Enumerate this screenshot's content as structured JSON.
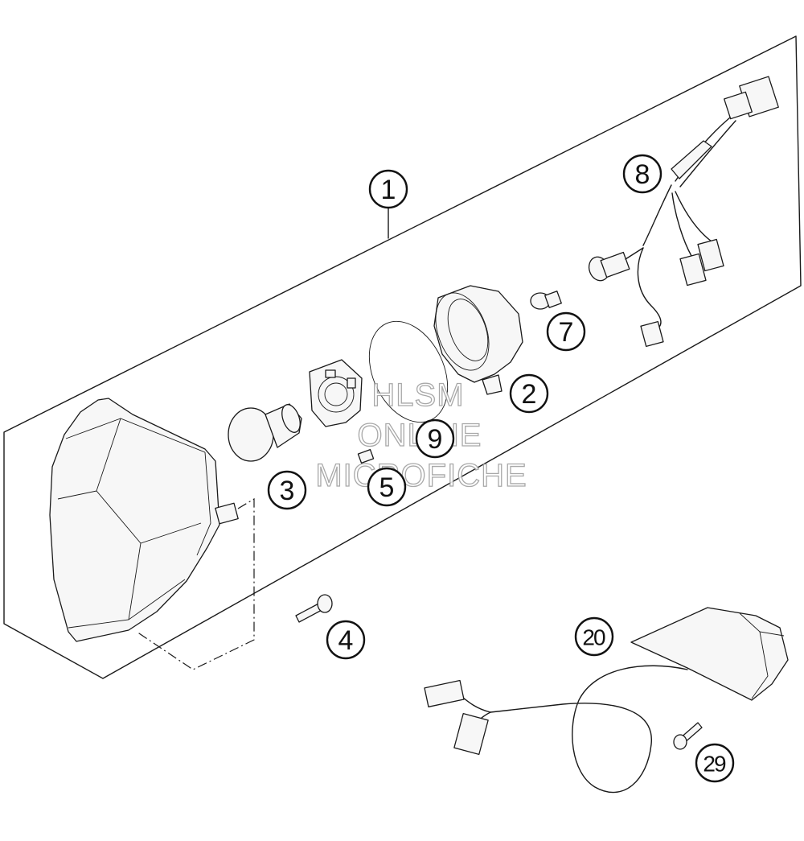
{
  "callouts": {
    "c1": "1",
    "c2": "2",
    "c3": "3",
    "c4": "4",
    "c5": "5",
    "c7": "7",
    "c8": "8",
    "c9": "9",
    "c20": "20",
    "c29": "29"
  },
  "watermark": {
    "line1": "HLSM",
    "line2": "ONLINE",
    "line3": "MICROFICHE"
  }
}
